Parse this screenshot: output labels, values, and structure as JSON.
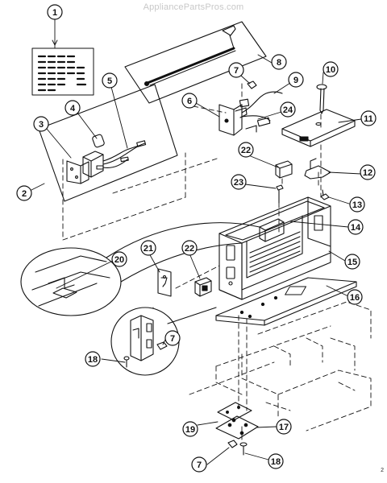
{
  "watermark": "AppliancePartsPros.com",
  "page_mark": "2",
  "callouts": {
    "c1": "1",
    "c2": "2",
    "c3": "3",
    "c4": "4",
    "c5": "5",
    "c6": "6",
    "c7a": "7",
    "c7b": "7",
    "c7c": "7",
    "c8": "8",
    "c9": "9",
    "c10": "10",
    "c11": "11",
    "c12": "12",
    "c13": "13",
    "c14": "14",
    "c15": "15",
    "c16": "16",
    "c17": "17",
    "c18a": "18",
    "c18b": "18",
    "c19": "19",
    "c20": "20",
    "c21": "21",
    "c22a": "22",
    "c22b": "22",
    "c23": "23",
    "c24": "24"
  }
}
